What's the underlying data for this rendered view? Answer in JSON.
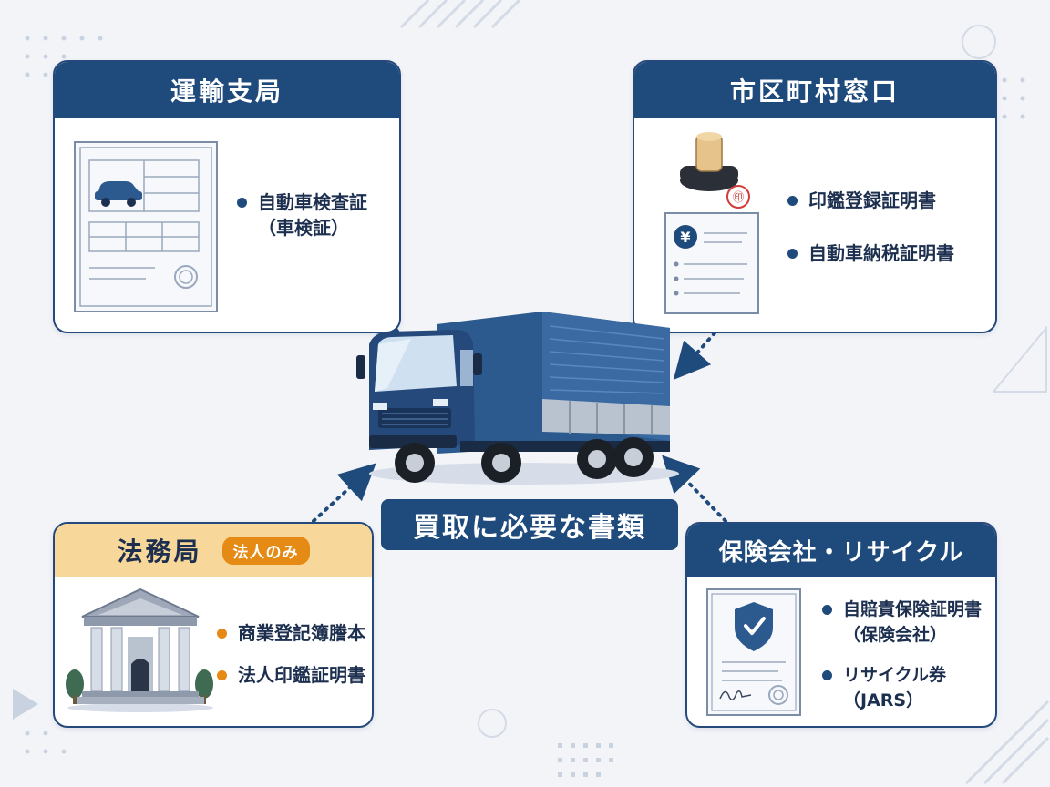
{
  "center": {
    "title": "買取に必要な書類"
  },
  "cards": {
    "transport": {
      "title": "運輸支局",
      "items": [
        {
          "line1": "自動車検査証",
          "line2": "（車検証）"
        }
      ]
    },
    "municipal": {
      "title": "市区町村窓口",
      "items": [
        {
          "line1": "印鑑登録証明書"
        },
        {
          "line1": "自動車納税証明書"
        }
      ]
    },
    "legal": {
      "title": "法務局",
      "badge": "法人のみ",
      "items": [
        {
          "line1": "商業登記簿謄本"
        },
        {
          "line1": "法人印鑑証明書"
        }
      ]
    },
    "insurance": {
      "title": "保険会社・リサイクル",
      "items": [
        {
          "line1": "自賠責保険証明書",
          "line2": "（保険会社）"
        },
        {
          "line1": "リサイクル券",
          "line2": "（JARS）"
        }
      ]
    }
  },
  "icons": {
    "seal_char": "㊞",
    "yen_char": "¥"
  },
  "colors": {
    "navy": "#1f4a7c",
    "orange": "#e58a14",
    "law_header": "#f8d79a",
    "background": "#f2f4f8"
  }
}
